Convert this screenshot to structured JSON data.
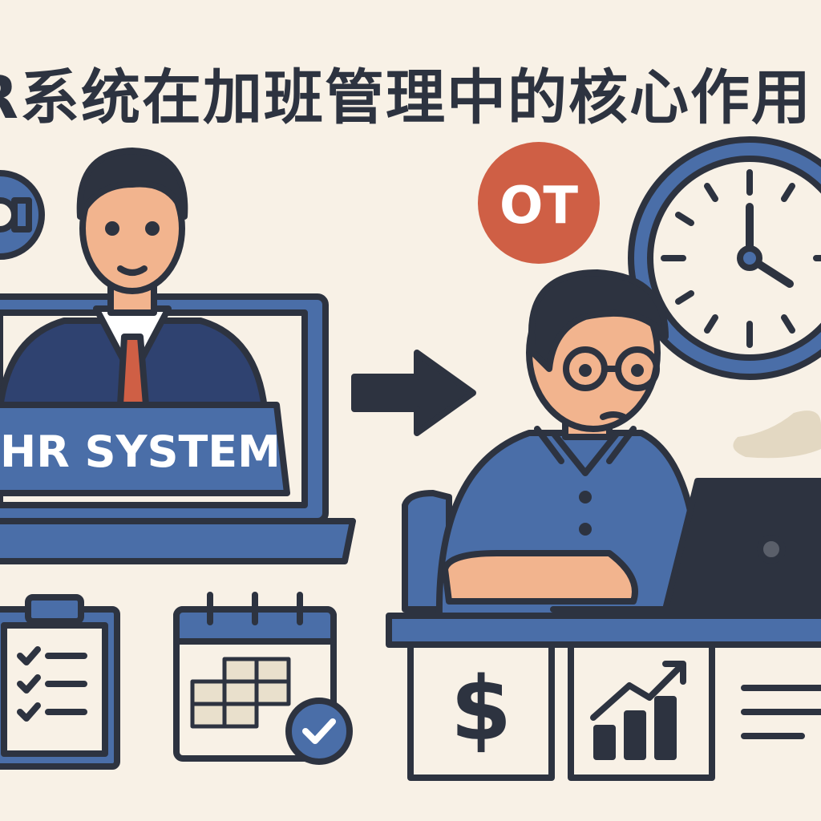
{
  "title": "R系统在加班管理中的核心作用",
  "laptop_banner": "HR SYSTEM",
  "ot_badge": "OT",
  "dollar_card": "$",
  "colors": {
    "background": "#f8f1e6",
    "outline": "#2d3340",
    "blue": "#4a6ea8",
    "accent_red": "#cf5f45",
    "skin": "#f2b48e"
  },
  "icons": [
    "gear-icon",
    "clipboard-checklist-icon",
    "calendar-icon",
    "check-badge-icon",
    "arrow-right-icon",
    "clock-icon",
    "dollar-icon",
    "growth-chart-icon",
    "text-lines-icon",
    "laptop-icon"
  ]
}
